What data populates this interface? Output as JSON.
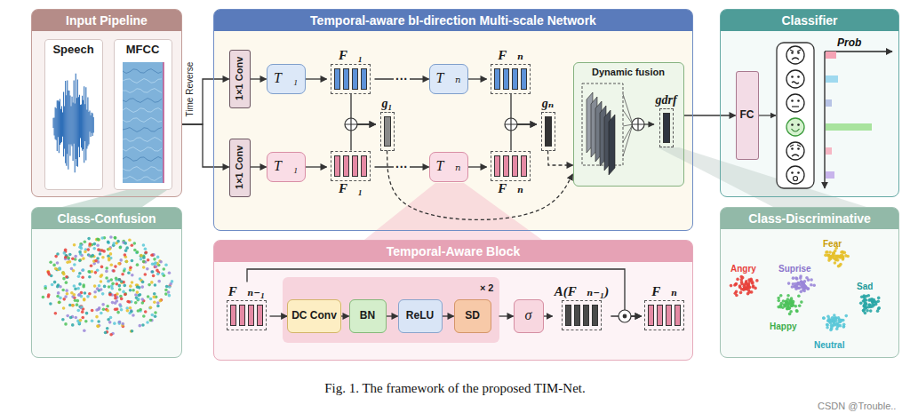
{
  "diagram": {
    "caption": "Fig. 1. The framework of the proposed TIM-Net.",
    "nodes": [
      {
        "text": [
          "Input Pipeline"
        ]
      },
      {
        "text": [
          "Speech"
        ],
        "in": 0
      },
      {
        "text": [
          "MFCC"
        ],
        "in": 0
      },
      {
        "text": [
          "Temporal-aware bI-direction Multi-scale Network"
        ]
      },
      {
        "text": [
          "1×1 Conv"
        ],
        "in": 3
      },
      {
        "text": [
          "T⃖₁"
        ],
        "in": 3
      },
      {
        "text": [
          "F⃖₁"
        ],
        "in": 3
      },
      {
        "text": [
          "T⃖ₙ"
        ],
        "in": 3
      },
      {
        "text": [
          "F⃖ₙ"
        ],
        "in": 3
      },
      {
        "text": [
          "1×1 Conv"
        ],
        "in": 3
      },
      {
        "text": [
          "T⃗₁"
        ],
        "in": 3
      },
      {
        "text": [
          "F⃗₁"
        ],
        "in": 3
      },
      {
        "text": [
          "T⃗ₙ"
        ],
        "in": 3
      },
      {
        "text": [
          "F⃗ₙ"
        ],
        "in": 3
      },
      {
        "text": [
          "g₁"
        ],
        "in": 3
      },
      {
        "text": [
          "gₙ"
        ],
        "in": 3
      },
      {
        "text": [
          "Dynamic fusion"
        ],
        "in": 3
      },
      {
        "text": [
          "gdrf"
        ],
        "in": 16
      },
      {
        "text": [
          "Classifier"
        ]
      },
      {
        "text": [
          "FC"
        ],
        "in": 18
      },
      {
        "text": [
          "Class-Confusion"
        ]
      },
      {
        "text": [
          "Temporal-Aware Block"
        ]
      },
      {
        "text": [
          "F⃗ₙ₋₁"
        ],
        "in": 21
      },
      {
        "text": [
          "× 2"
        ],
        "in": 21
      },
      {
        "text": [
          "DC Conv"
        ],
        "in": 23
      },
      {
        "text": [
          "BN"
        ],
        "in": 23
      },
      {
        "text": [
          "ReLU"
        ],
        "in": 23
      },
      {
        "text": [
          "SD"
        ],
        "in": 23
      },
      {
        "text": [
          "σ"
        ],
        "in": 21
      },
      {
        "text": [
          "A(F⃗ₙ₋₁)"
        ],
        "in": 21
      },
      {
        "text": [
          "F⃗ₙ"
        ],
        "in": 21
      },
      {
        "text": [
          "Class-Discriminative"
        ]
      }
    ],
    "edges": [
      {
        "from": 0,
        "to": 4,
        "arrow": "to"
      },
      {
        "from": 0,
        "to": 9,
        "arrow": "to"
      },
      {
        "from": 4,
        "to": 5,
        "arrow": "to"
      },
      {
        "from": 5,
        "to": 6,
        "arrow": "to"
      },
      {
        "from": 6,
        "to": 7,
        "label": "···",
        "arrow": "to"
      },
      {
        "from": 7,
        "to": 8,
        "arrow": "to"
      },
      {
        "from": 9,
        "to": 10,
        "arrow": "to"
      },
      {
        "from": 10,
        "to": 11,
        "arrow": "to"
      },
      {
        "from": 11,
        "to": 12,
        "label": "···",
        "arrow": "to"
      },
      {
        "from": 12,
        "to": 13,
        "arrow": "to"
      },
      {
        "from": 6,
        "to": 14,
        "arrow": "to"
      },
      {
        "from": 11,
        "to": 14,
        "arrow": "to"
      },
      {
        "from": 8,
        "to": 15,
        "arrow": "to"
      },
      {
        "from": 13,
        "to": 15,
        "arrow": "to"
      },
      {
        "from": 14,
        "to": 16,
        "arrow": "to"
      },
      {
        "from": 15,
        "to": 16,
        "arrow": "to"
      },
      {
        "from": 16,
        "to": 19,
        "arrow": "to"
      },
      {
        "from": 22,
        "to": 24,
        "arrow": "to"
      },
      {
        "from": 24,
        "to": 25,
        "arrow": "to"
      },
      {
        "from": 25,
        "to": 26,
        "arrow": "to"
      },
      {
        "from": 26,
        "to": 27,
        "arrow": "to"
      },
      {
        "from": 23,
        "to": 28,
        "arrow": "to"
      },
      {
        "from": 28,
        "to": 29,
        "arrow": "to"
      },
      {
        "from": 29,
        "to": 30,
        "arrow": "to"
      },
      {
        "from": 22,
        "to": 30,
        "arrow": "to"
      }
    ],
    "labels": [
      "Time Reverse",
      "Prob",
      "Angry",
      "Suprise",
      "Fear",
      "Sad",
      "Happy",
      "Neutral",
      "CSDN @Trouble.."
    ]
  }
}
